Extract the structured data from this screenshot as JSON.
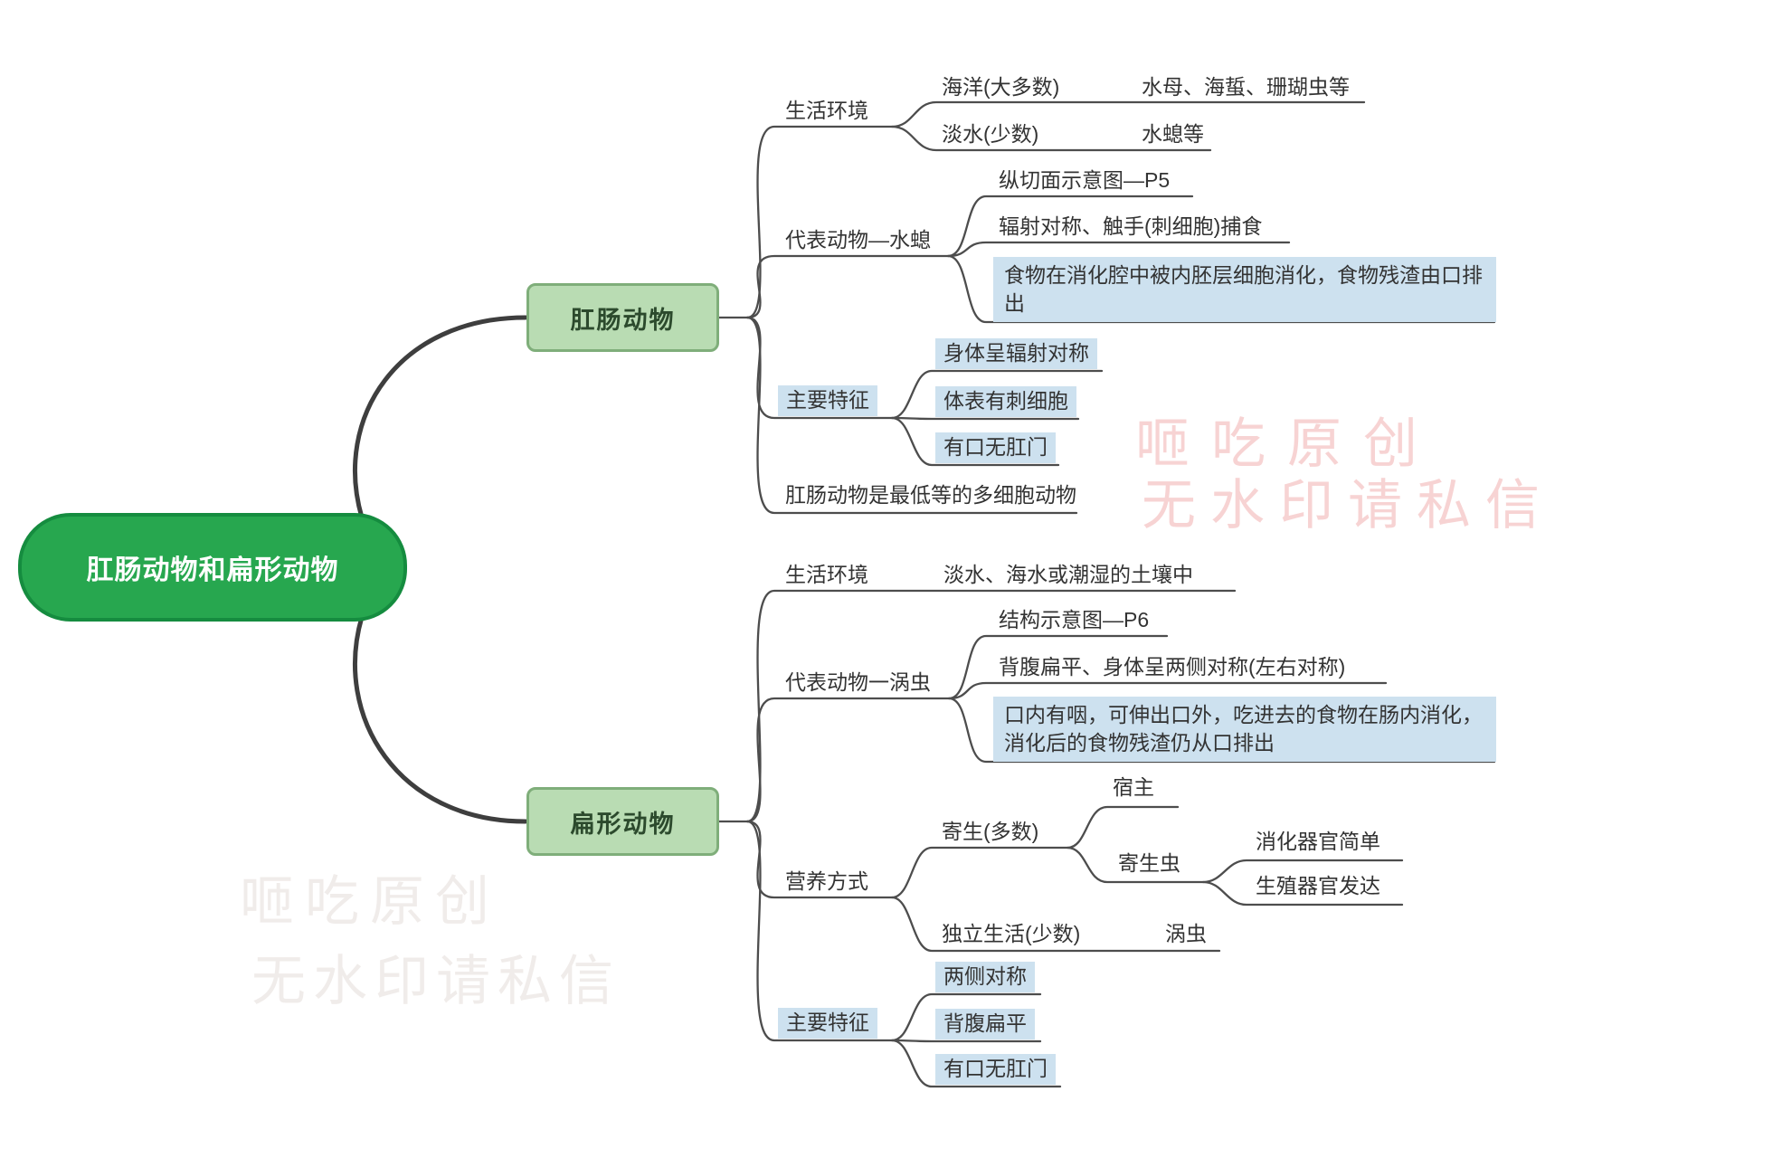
{
  "title": "肛肠动物和扁形动物",
  "watermark": {
    "line1": "咂吃原创",
    "line2": "无水印请私信"
  },
  "colors": {
    "root_fill": "#27a74f",
    "root_border": "#158c3f",
    "branch_fill": "#b9dcb3",
    "branch_border": "#7fae7a",
    "highlight_blue": "#cde1ef",
    "line": "#4d4d4d",
    "watermark_pink": "#f7d3d3",
    "watermark_gray": "#f0ecea"
  },
  "branch1": {
    "label": "肛肠动物",
    "env": {
      "label": "生活环境",
      "sea": "海洋(大多数)",
      "sea_examples": "水母、海蜇、珊瑚虫等",
      "fresh": "淡水(少数)",
      "fresh_examples": "水螅等"
    },
    "rep": {
      "label": "代表动物—水螅",
      "fig": "纵切面示意图—P5",
      "sym": "辐射对称、触手(刺细胞)捕食",
      "digest": "食物在消化腔中被内胚层细胞消化，食物残渣由口排出"
    },
    "features": {
      "label": "主要特征",
      "items": [
        "身体呈辐射对称",
        "体表有刺细胞",
        "有口无肛门"
      ]
    },
    "note": "肛肠动物是最低等的多细胞动物"
  },
  "branch2": {
    "label": "扁形动物",
    "env": {
      "label": "生活环境",
      "value": "淡水、海水或潮湿的土壤中"
    },
    "rep": {
      "label": "代表动物一涡虫",
      "fig": "结构示意图—P6",
      "sym": "背腹扁平、身体呈两侧对称(左右对称)",
      "digest": "口内有咽，可伸出口外，吃进去的食物在肠内消化，消化后的食物残渣仍从口排出"
    },
    "nutrition": {
      "label": "营养方式",
      "parasitic": "寄生(多数)",
      "host": "宿主",
      "parasite": "寄生虫",
      "parasite_items": [
        "消化器官简单",
        "生殖器官发达"
      ],
      "free": "独立生活(少数)",
      "free_example": "涡虫"
    },
    "features": {
      "label": "主要特征",
      "items": [
        "两侧对称",
        "背腹扁平",
        "有口无肛门"
      ]
    }
  }
}
